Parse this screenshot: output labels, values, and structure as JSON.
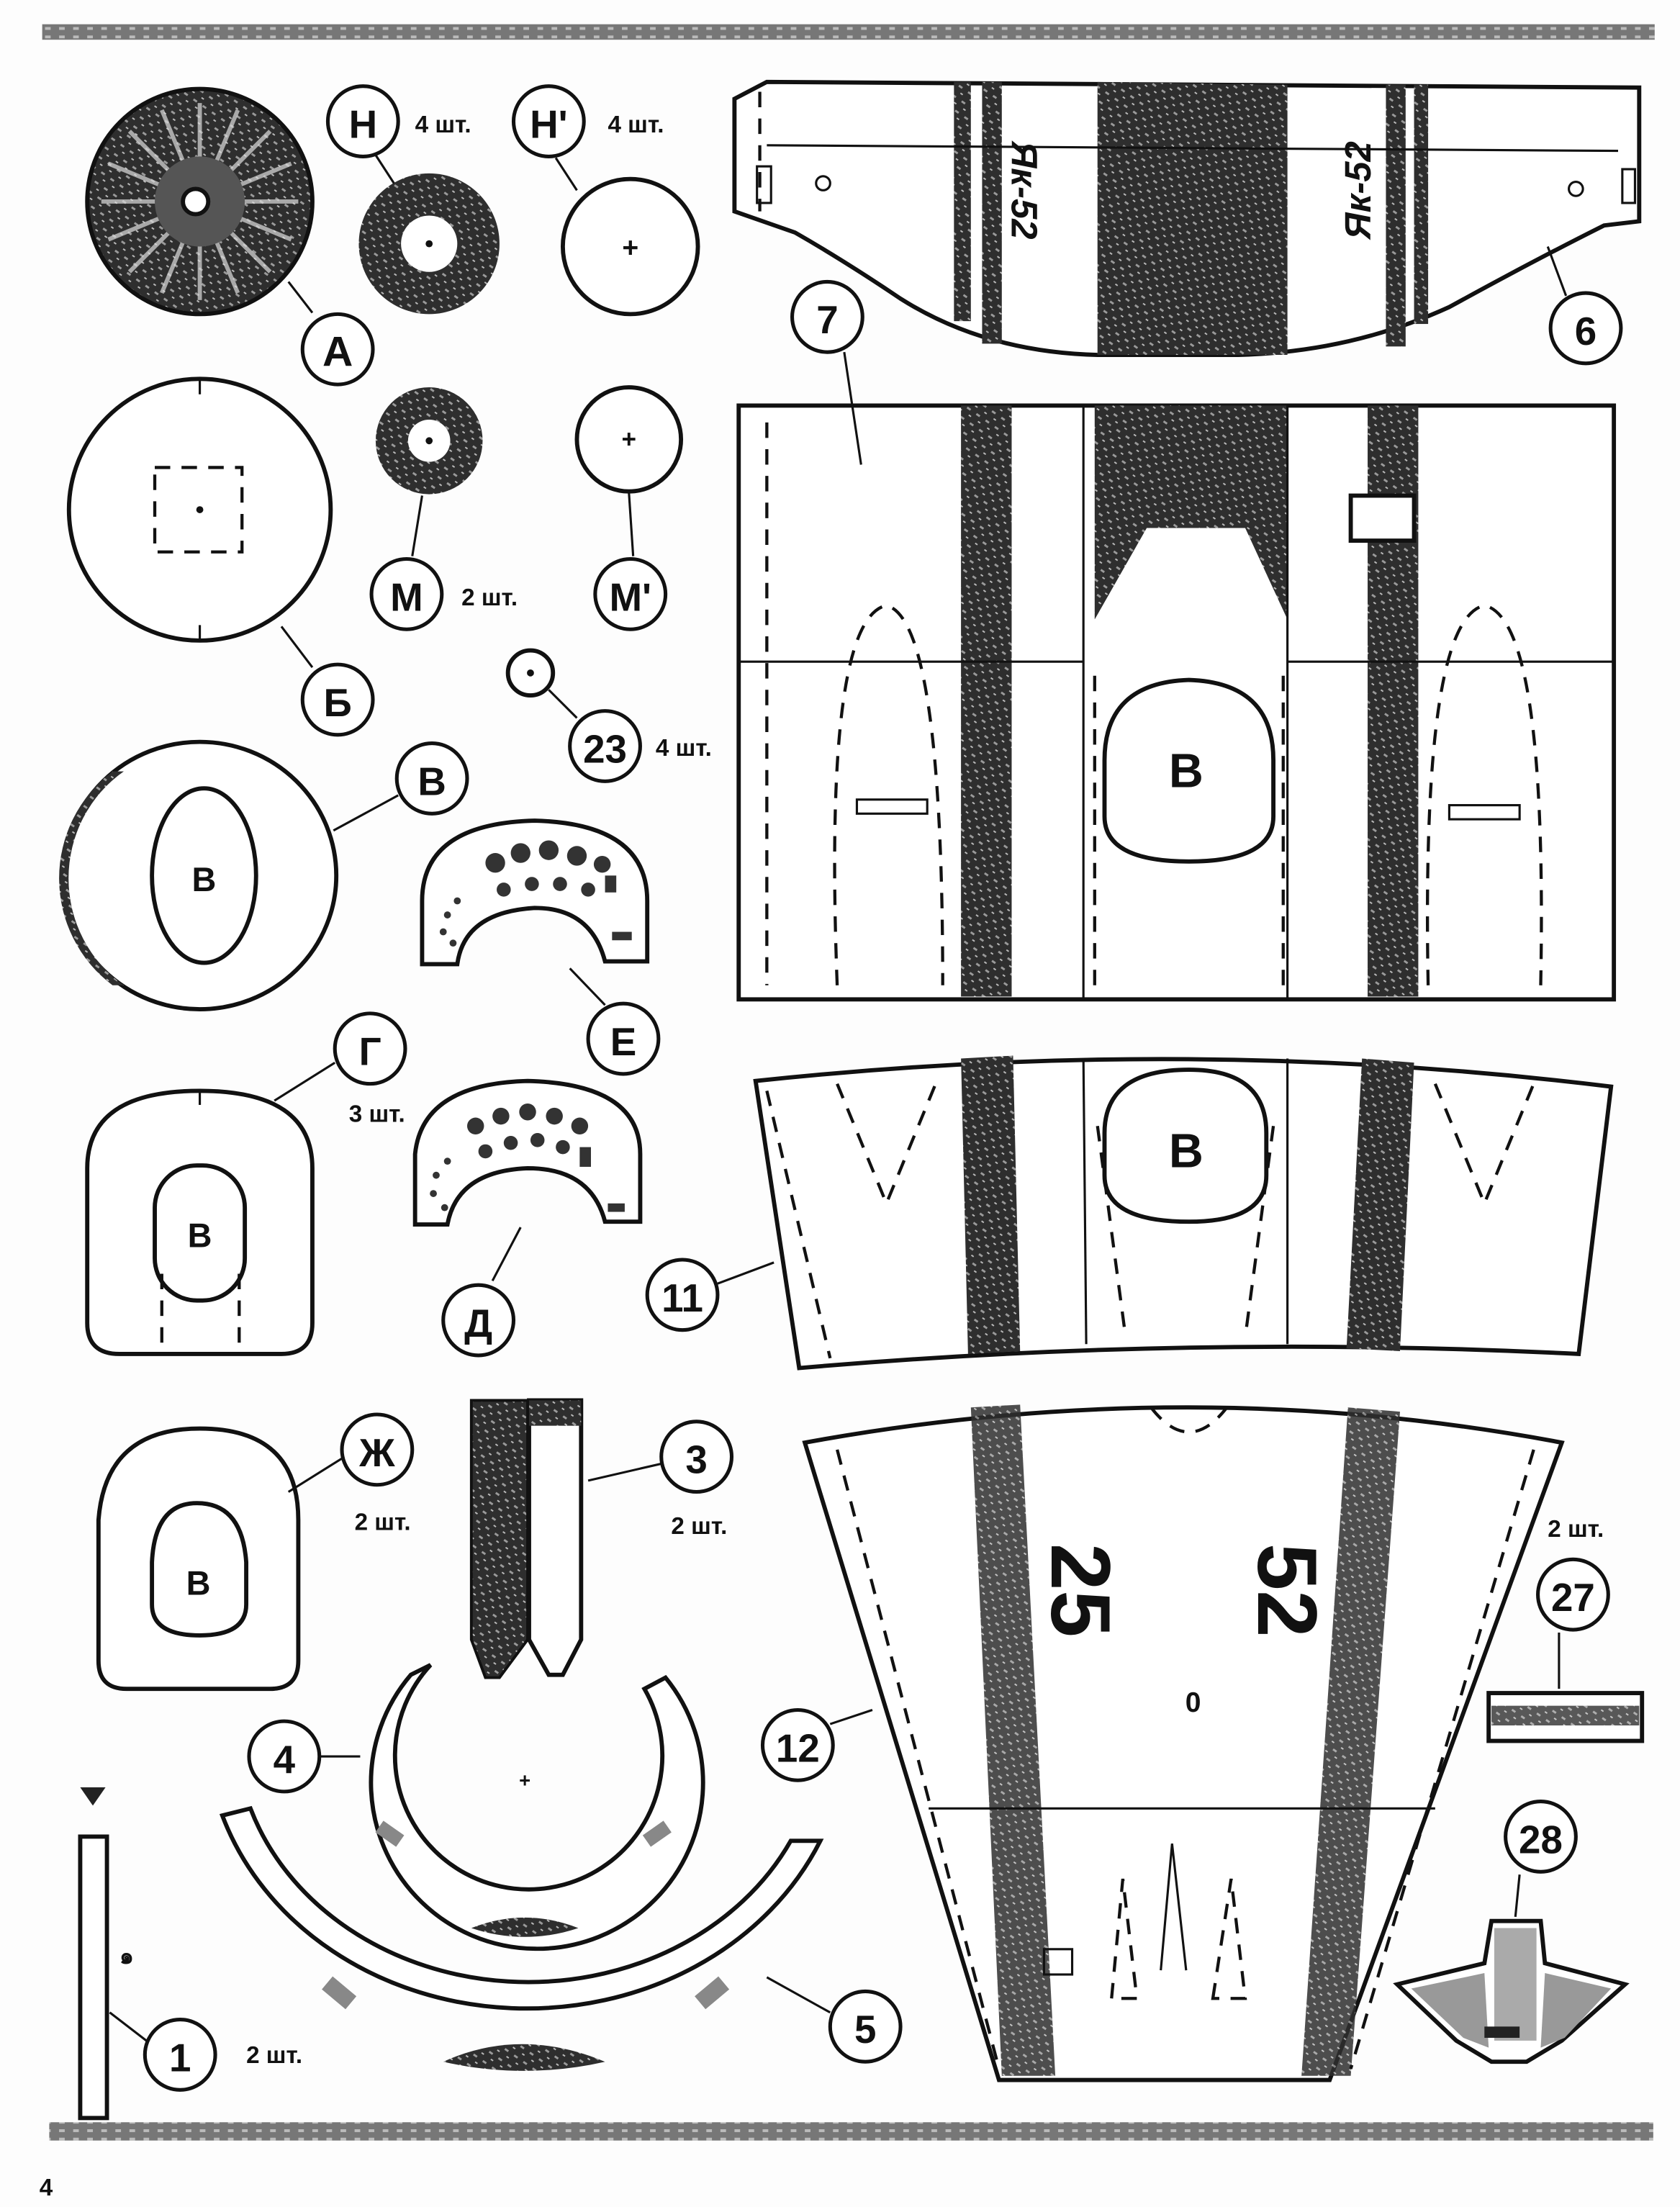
{
  "page_number": "4",
  "colors": {
    "ink": "#111111",
    "paper": "#fdfdfd",
    "texture": "#3a3a3a"
  },
  "parts": {
    "A": {
      "label": "А"
    },
    "N": {
      "label": "Н",
      "qty": "4 шт."
    },
    "N_prime": {
      "label": "Н'",
      "qty": "4 шт."
    },
    "B": {
      "label": "Б"
    },
    "M": {
      "label": "М",
      "qty": "2 шт."
    },
    "M_prime": {
      "label": "М'"
    },
    "p23": {
      "label": "23",
      "qty": "4 шт."
    },
    "V": {
      "label": "В",
      "inner": "В"
    },
    "E": {
      "label": "Е"
    },
    "G": {
      "label": "Г",
      "qty": "3 шт.",
      "inner": "В"
    },
    "D": {
      "label": "Д"
    },
    "Zh": {
      "label": "Ж",
      "qty": "2 шт.",
      "inner": "В"
    },
    "p3": {
      "label": "3",
      "qty": "2 шт."
    },
    "p4": {
      "label": "4"
    },
    "p5": {
      "label": "5"
    },
    "p1": {
      "label": "1",
      "qty": "2 шт."
    },
    "p6": {
      "label": "6",
      "marking_left": "Як-52",
      "marking_right": "Як-52"
    },
    "p7": {
      "label": "7",
      "inner": "В"
    },
    "p11": {
      "label": "11",
      "inner": "В"
    },
    "p12": {
      "label": "12",
      "number_left": "25",
      "number_right": "52",
      "mark": "0"
    },
    "p27": {
      "label": "27",
      "qty": "2 шт."
    },
    "p28": {
      "label": "28"
    }
  }
}
